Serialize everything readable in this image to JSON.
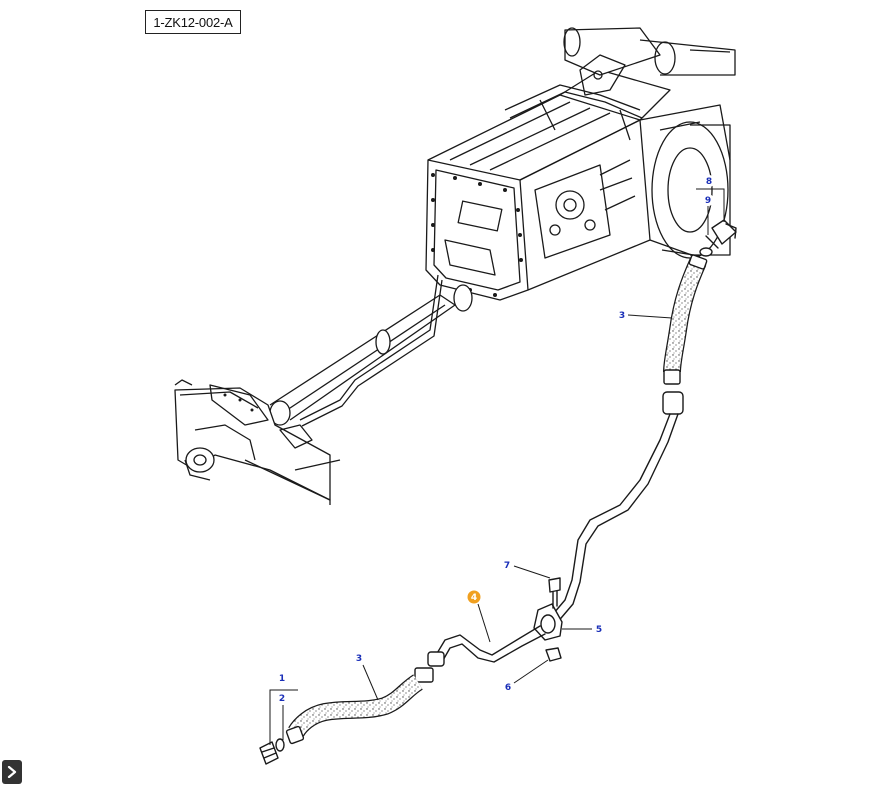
{
  "diagram": {
    "code": "1-ZK12-002-A",
    "callouts": [
      {
        "id": "c1",
        "label": "1"
      },
      {
        "id": "c2",
        "label": "2"
      },
      {
        "id": "c3a",
        "label": "3"
      },
      {
        "id": "c3b",
        "label": "3"
      },
      {
        "id": "c4",
        "label": "4"
      },
      {
        "id": "c5",
        "label": "5"
      },
      {
        "id": "c6",
        "label": "6"
      },
      {
        "id": "c7",
        "label": "7"
      },
      {
        "id": "c8",
        "label": "8"
      },
      {
        "id": "c9",
        "label": "9"
      }
    ],
    "colors": {
      "line": "#1a1a1a",
      "callout_text": "#1a2fb8",
      "callout_active": "#f0a020"
    }
  },
  "ui": {
    "expand_icon": "chevron-right-icon"
  }
}
